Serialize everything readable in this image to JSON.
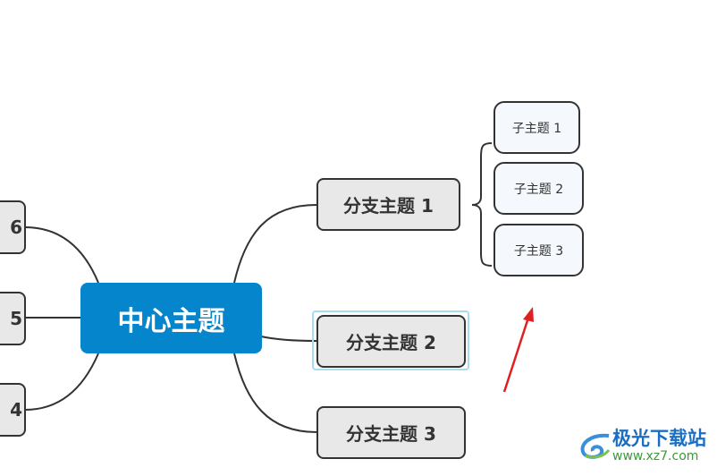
{
  "central": {
    "label": "中心主题",
    "color": "#0585cc"
  },
  "branches": [
    {
      "label": "分支主题 1"
    },
    {
      "label": "分支主题 2",
      "selected": true
    },
    {
      "label": "分支主题 3"
    }
  ],
  "subtopics": [
    {
      "label": "子主题 1"
    },
    {
      "label": "子主题 2"
    },
    {
      "label": "子主题 3"
    }
  ],
  "left_branches": [
    {
      "label": "6"
    },
    {
      "label": "5"
    },
    {
      "label": "4"
    }
  ],
  "watermark": {
    "title": "极光下载站",
    "url": "www.xz7.com"
  }
}
